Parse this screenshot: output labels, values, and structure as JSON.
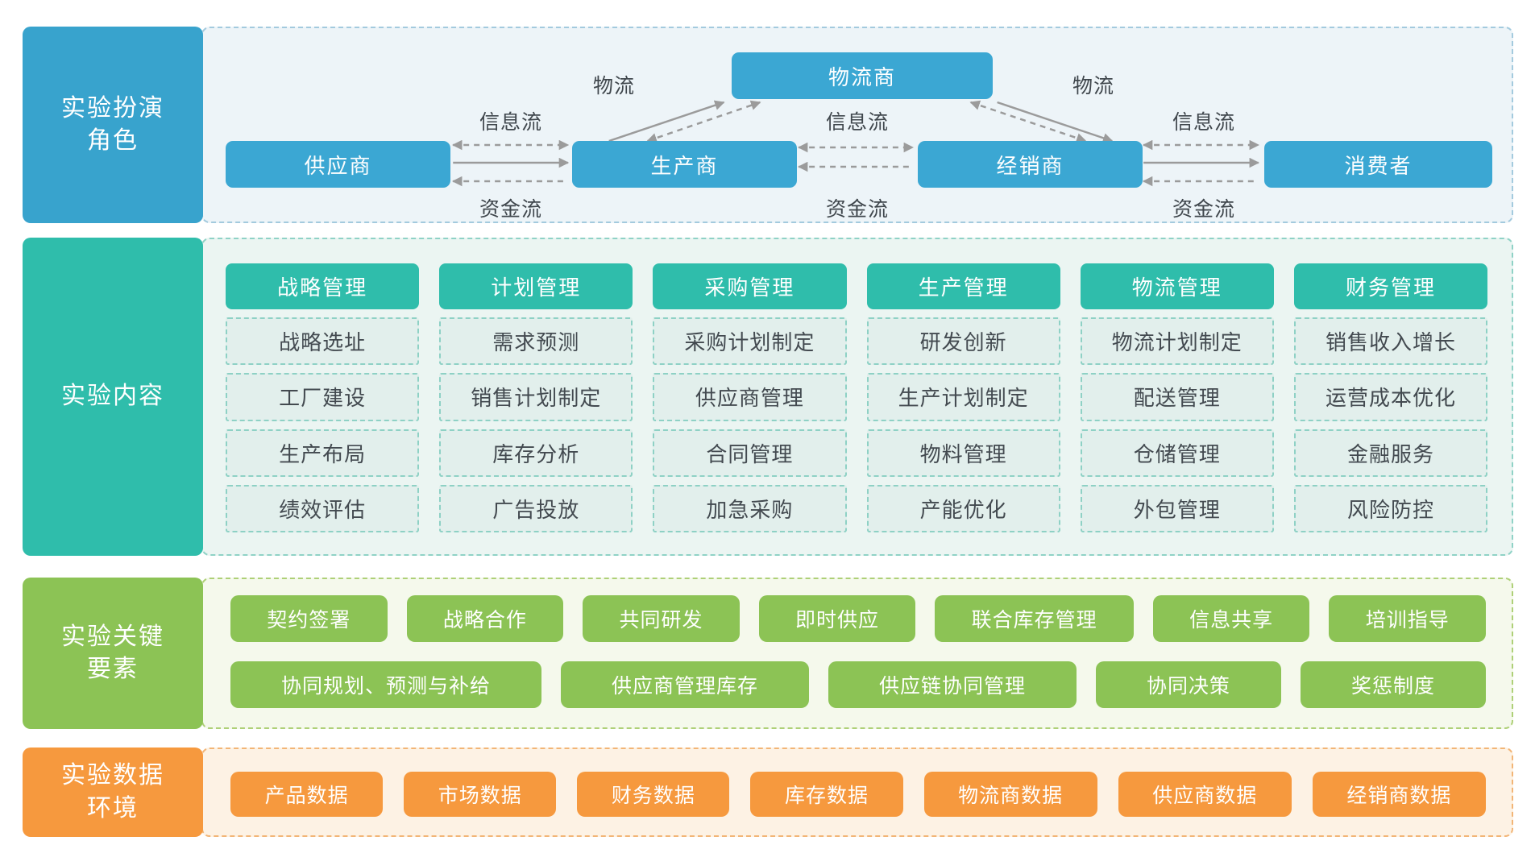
{
  "palette": {
    "blue": "#3ba7d3",
    "teal": "#2fbdab",
    "green": "#8cc355",
    "orange": "#f6993e",
    "arrow_gray": "#9b9b9b",
    "dark_text": "#3f464c"
  },
  "roles": {
    "title_line1": "实验扮演",
    "title_line2": "角色",
    "nodes": {
      "supplier": "供应商",
      "producer": "生产商",
      "logistics": "物流商",
      "distributor": "经销商",
      "consumer": "消费者"
    },
    "flows": {
      "info": "信息流",
      "capital": "资金流",
      "logistics": "物流"
    }
  },
  "content": {
    "title": "实验内容",
    "columns": [
      {
        "header": "战略管理",
        "items": [
          "战略选址",
          "工厂建设",
          "生产布局",
          "绩效评估"
        ]
      },
      {
        "header": "计划管理",
        "items": [
          "需求预测",
          "销售计划制定",
          "库存分析",
          "广告投放"
        ]
      },
      {
        "header": "采购管理",
        "items": [
          "采购计划制定",
          "供应商管理",
          "合同管理",
          "加急采购"
        ]
      },
      {
        "header": "生产管理",
        "items": [
          "研发创新",
          "生产计划制定",
          "物料管理",
          "产能优化"
        ]
      },
      {
        "header": "物流管理",
        "items": [
          "物流计划制定",
          "配送管理",
          "仓储管理",
          "外包管理"
        ]
      },
      {
        "header": "财务管理",
        "items": [
          "销售收入增长",
          "运营成本优化",
          "金融服务",
          "风险防控"
        ]
      }
    ]
  },
  "key_elements": {
    "title_line1": "实验关键",
    "title_line2": "要素",
    "row1": [
      "契约签署",
      "战略合作",
      "共同研发",
      "即时供应",
      "联合库存管理",
      "信息共享",
      "培训指导"
    ],
    "row2": [
      "协同规划、预测与补给",
      "供应商管理库存",
      "供应链协同管理",
      "协同决策",
      "奖惩制度"
    ]
  },
  "data_env": {
    "title_line1": "实验数据",
    "title_line2": "环境",
    "items": [
      "产品数据",
      "市场数据",
      "财务数据",
      "库存数据",
      "物流商数据",
      "供应商数据",
      "经销商数据"
    ]
  }
}
